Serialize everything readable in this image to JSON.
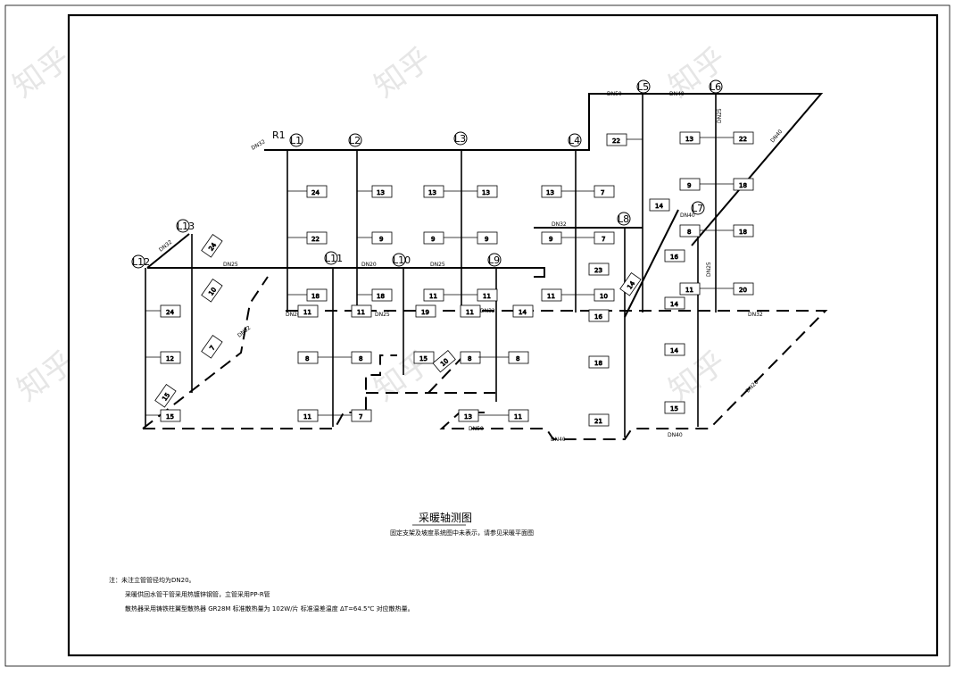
{
  "title": "采暖轴测图",
  "subtitle": "固定支架及坡度系统图中未表示，请参见采暖平面图",
  "notes": [
    "注：未注立管管径均为DN20。",
    "采暖供回水管干管采用热镀锌钢管，立管采用PP-R管",
    "散热器采用铸铁柱翼型散热器 GR28M 标准散热量为 102W/片 标准温差温度 ΔT=64.5℃ 对应散热量。"
  ],
  "watermark": "知乎",
  "colors": {
    "line": "#000000",
    "background": "#ffffff",
    "watermark": "#e6e6e6"
  },
  "risers": [
    {
      "id": "L1",
      "label": "L1"
    },
    {
      "id": "L2",
      "label": "L2"
    },
    {
      "id": "L3",
      "label": "L3"
    },
    {
      "id": "L4",
      "label": "L4"
    },
    {
      "id": "L5",
      "label": "L5"
    },
    {
      "id": "L6",
      "label": "L6"
    },
    {
      "id": "L7",
      "label": "L7"
    },
    {
      "id": "L8",
      "label": "L8"
    },
    {
      "id": "L9",
      "label": "L9"
    },
    {
      "id": "L10",
      "label": "L10"
    },
    {
      "id": "L11",
      "label": "L11"
    },
    {
      "id": "L12",
      "label": "L12"
    },
    {
      "id": "L13",
      "label": "L13"
    },
    {
      "id": "R1",
      "label": "R1"
    }
  ],
  "pipe_labels": [
    "DN50",
    "DN40",
    "DN40",
    "DN25",
    "DN40",
    "DN32",
    "DN25",
    "DN25",
    "DN32",
    "DN20",
    "DN25",
    "DN32",
    "DN20",
    "DN25",
    "DN32",
    "DN32",
    "DN20",
    "DN50",
    "DN40",
    "DN40",
    "DN32"
  ],
  "radiators": [
    {
      "id": "r1",
      "value": "24"
    },
    {
      "id": "r2",
      "value": "13"
    },
    {
      "id": "r3",
      "value": "13"
    },
    {
      "id": "r4",
      "value": "13"
    },
    {
      "id": "r5",
      "value": "13"
    },
    {
      "id": "r6",
      "value": "7"
    },
    {
      "id": "r7",
      "value": "22"
    },
    {
      "id": "r8",
      "value": "9"
    },
    {
      "id": "r9",
      "value": "9"
    },
    {
      "id": "r10",
      "value": "9"
    },
    {
      "id": "r11",
      "value": "9"
    },
    {
      "id": "r12",
      "value": "7"
    },
    {
      "id": "r13",
      "value": "18"
    },
    {
      "id": "r14",
      "value": "18"
    },
    {
      "id": "r15",
      "value": "11"
    },
    {
      "id": "r16",
      "value": "11"
    },
    {
      "id": "r17",
      "value": "11"
    },
    {
      "id": "r18",
      "value": "10"
    },
    {
      "id": "r19",
      "value": "11"
    },
    {
      "id": "r20",
      "value": "11"
    },
    {
      "id": "r21",
      "value": "19"
    },
    {
      "id": "r22",
      "value": "11"
    },
    {
      "id": "r23",
      "value": "14"
    },
    {
      "id": "r24",
      "value": "8"
    },
    {
      "id": "r25",
      "value": "8"
    },
    {
      "id": "r26",
      "value": "15"
    },
    {
      "id": "r27",
      "value": "10"
    },
    {
      "id": "r28",
      "value": "8"
    },
    {
      "id": "r29",
      "value": "8"
    },
    {
      "id": "r30",
      "value": "11"
    },
    {
      "id": "r31",
      "value": "7"
    },
    {
      "id": "r32",
      "value": "13"
    },
    {
      "id": "r33",
      "value": "11"
    },
    {
      "id": "r34",
      "value": "22"
    },
    {
      "id": "r35",
      "value": "13"
    },
    {
      "id": "r36",
      "value": "22"
    },
    {
      "id": "r37",
      "value": "9"
    },
    {
      "id": "r38",
      "value": "18"
    },
    {
      "id": "r39",
      "value": "14"
    },
    {
      "id": "r40",
      "value": "8"
    },
    {
      "id": "r41",
      "value": "18"
    },
    {
      "id": "r42",
      "value": "23"
    },
    {
      "id": "r43",
      "value": "16"
    },
    {
      "id": "r44",
      "value": "11"
    },
    {
      "id": "r45",
      "value": "20"
    },
    {
      "id": "r46",
      "value": "14"
    },
    {
      "id": "r47",
      "value": "14"
    },
    {
      "id": "r48",
      "value": "16"
    },
    {
      "id": "r49",
      "value": "18"
    },
    {
      "id": "r50",
      "value": "15"
    },
    {
      "id": "r51",
      "value": "21"
    },
    {
      "id": "r52",
      "value": "14"
    },
    {
      "id": "r53",
      "value": "24"
    },
    {
      "id": "r54",
      "value": "24"
    },
    {
      "id": "r55",
      "value": "10"
    },
    {
      "id": "r56",
      "value": "12"
    },
    {
      "id": "r57",
      "value": "7"
    },
    {
      "id": "r58",
      "value": "15"
    },
    {
      "id": "r59",
      "value": "15"
    }
  ]
}
